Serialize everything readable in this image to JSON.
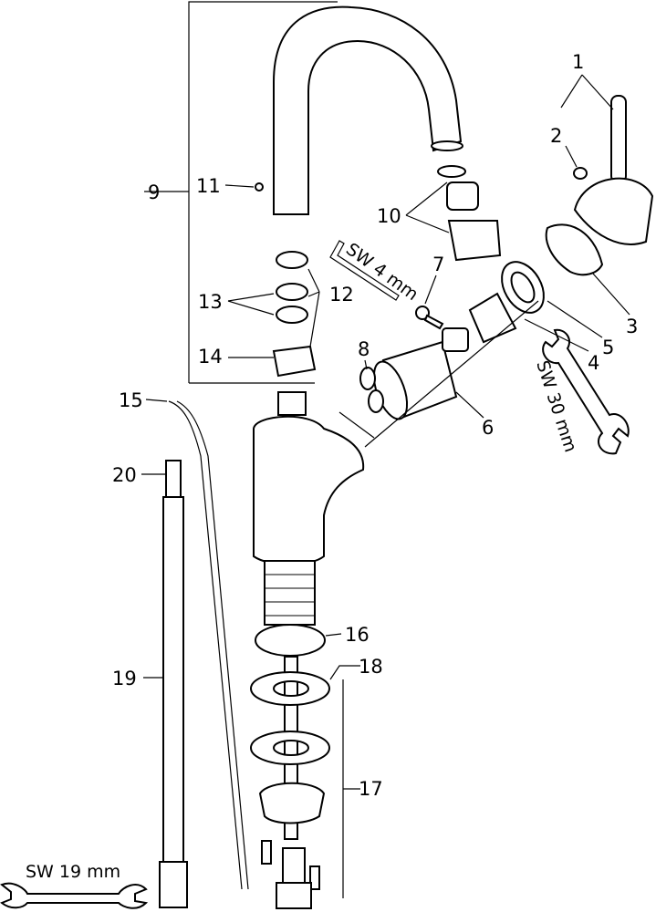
{
  "diagram": {
    "part_numbers": [
      "1",
      "2",
      "3",
      "4",
      "5",
      "6",
      "7",
      "8",
      "9",
      "10",
      "11",
      "12",
      "13",
      "14",
      "15",
      "16",
      "17",
      "18",
      "19",
      "20"
    ],
    "tools": {
      "hex_key": "SW 4 mm",
      "wrench_30": "SW 30 mm",
      "wrench_19": "SW 19 mm"
    }
  }
}
